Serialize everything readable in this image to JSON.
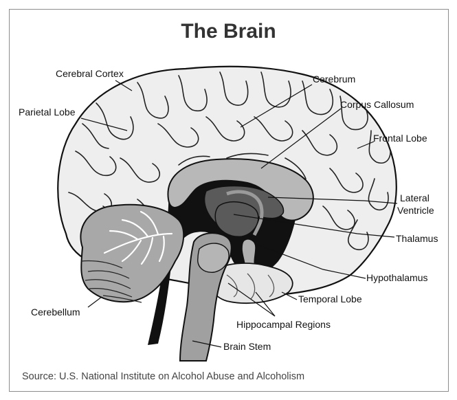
{
  "title": "The Brain",
  "source": "Source: U.S. National Institute on Alcohol Abuse and Alcoholism",
  "labels": {
    "cerebral_cortex": "Cerebral Cortex",
    "parietal_lobe": "Parietal Lobe",
    "cerebrum": "Cerebrum",
    "corpus_callosum": "Corpus Callosum",
    "frontal_lobe": "Frontal Lobe",
    "lateral": "Lateral",
    "ventricle": "Ventricle",
    "thalamus": "Thalamus",
    "hypothalamus": "Hypothalamus",
    "temporal_lobe": "Temporal Lobe",
    "hippocampal_regions": "Hippocampal Regions",
    "cerebellum": "Cerebellum",
    "brain_stem": "Brain Stem"
  },
  "colors": {
    "cortex": "#eeeeee",
    "corpus_callosum": "#b8b8b8",
    "thalamus": "#5a5a5a",
    "cerebellum": "#a8a8a8",
    "arbor": "#6e6e6e",
    "brain_stem": "#a0a0a0",
    "outline": "#111111"
  }
}
